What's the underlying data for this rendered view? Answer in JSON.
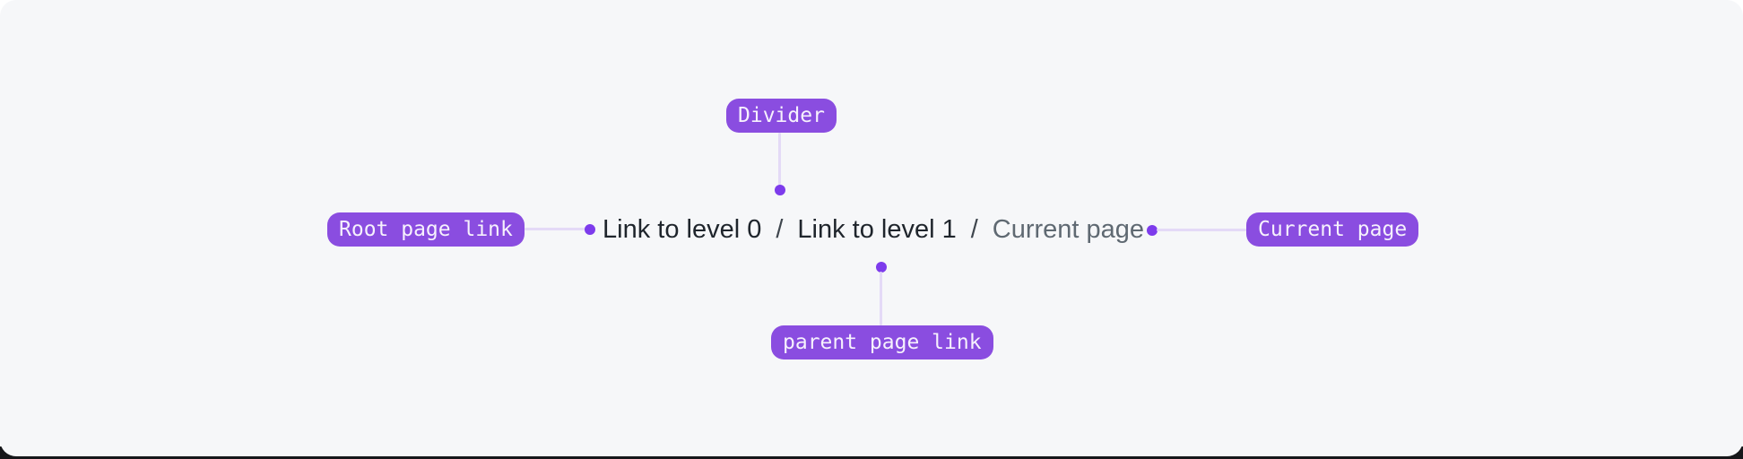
{
  "colors": {
    "page_bg": "#ffffff",
    "card_bg": "#f6f7f9",
    "bottom_strip": "#16171a",
    "badge_bg": "#8a4de0",
    "badge_text": "#f6f1fd",
    "connector_line": "#e4daf7",
    "connector_dot": "#7d3bec",
    "link_text": "#1f252c",
    "separator_text": "#3f464e",
    "current_text": "#5f6972"
  },
  "breadcrumb": {
    "separator": "/",
    "items": [
      {
        "label": "Link to level 0",
        "type": "link"
      },
      {
        "label": "Link to level 1",
        "type": "link"
      },
      {
        "label": "Current page",
        "type": "current"
      }
    ]
  },
  "annotations": {
    "divider": {
      "label": "Divider"
    },
    "root": {
      "label": "Root page link"
    },
    "current": {
      "label": "Current page"
    },
    "parent": {
      "label": "parent page link"
    }
  }
}
